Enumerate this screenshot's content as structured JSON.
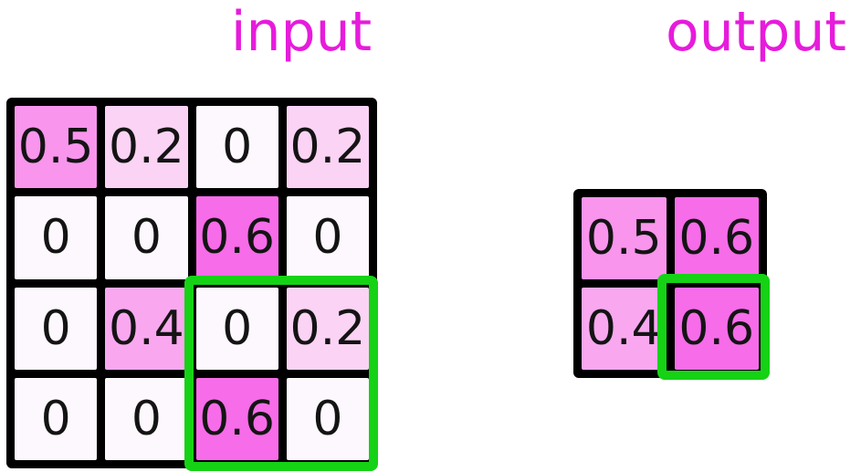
{
  "titles": {
    "input": "input",
    "output": "output"
  },
  "colors": {
    "background": "#ffffff",
    "title_text": "#e71bdc",
    "grid_line": "#000000",
    "number_text": "#141414",
    "highlight_green": "#15d215",
    "value_fill": {
      "0": "#fdf8fd",
      "0.2": "#fbd3f5",
      "0.4": "#f9a8ef",
      "0.5": "#f995ed",
      "0.6": "#f76ce9"
    }
  },
  "input_grid": {
    "rows": [
      [
        "0.5",
        "0.2",
        "0",
        "0.2"
      ],
      [
        "0",
        "0",
        "0.6",
        "0"
      ],
      [
        "0",
        "0.4",
        "0",
        "0.2"
      ],
      [
        "0",
        "0",
        "0.6",
        "0"
      ]
    ],
    "highlight_window": {
      "row_start": 3,
      "col_start": 3,
      "row_span": 2,
      "col_span": 2,
      "cells": [
        [
          "0",
          "0.2"
        ],
        [
          "0.6",
          "0"
        ]
      ]
    }
  },
  "output_grid": {
    "rows": [
      [
        "0.5",
        "0.6"
      ],
      [
        "0.4",
        "0.6"
      ]
    ],
    "highlight_window": {
      "row_start": 2,
      "col_start": 2,
      "row_span": 1,
      "col_span": 1,
      "cells": [
        [
          "0.6"
        ]
      ]
    }
  }
}
